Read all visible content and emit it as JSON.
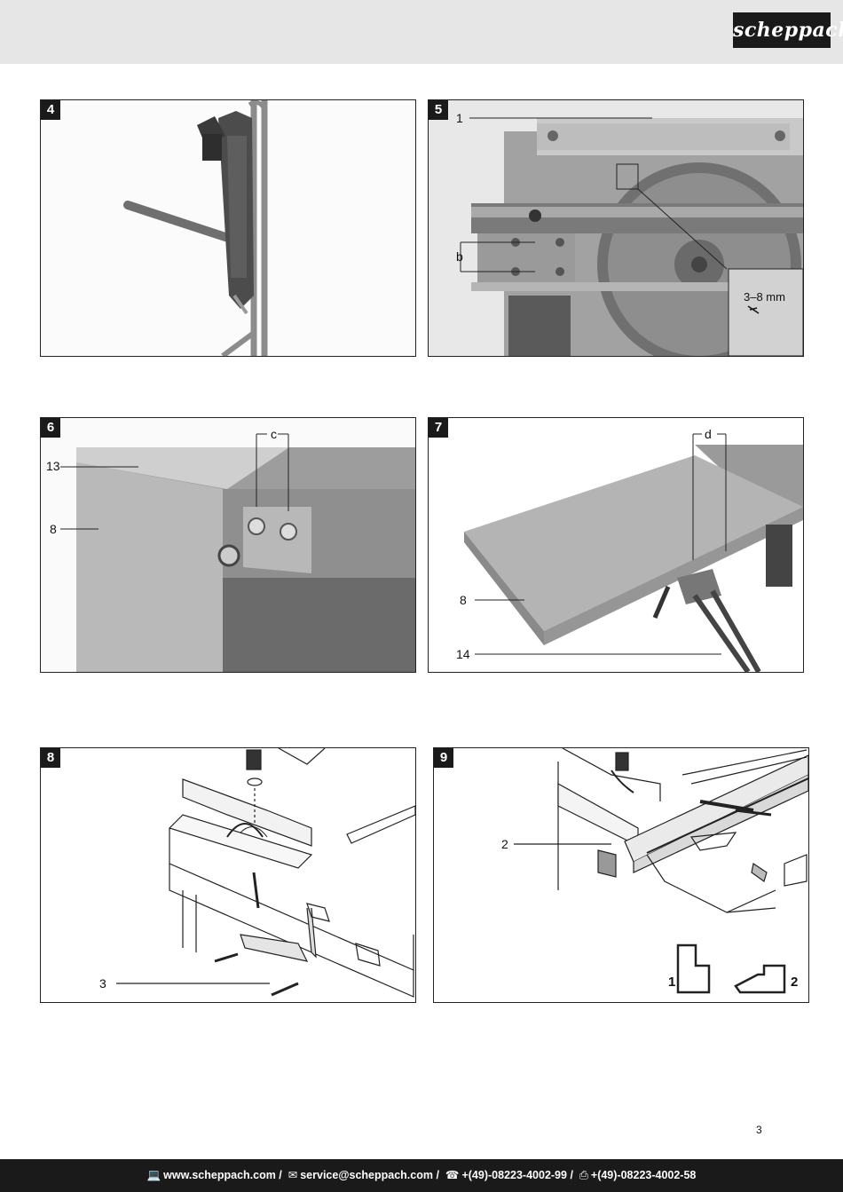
{
  "header": {
    "logo_text": "scheppach"
  },
  "figures": [
    {
      "number": "4",
      "labels": []
    },
    {
      "number": "5",
      "labels": [
        "1",
        "b",
        "3–8 mm"
      ]
    },
    {
      "number": "6",
      "labels": [
        "c",
        "13",
        "8"
      ]
    },
    {
      "number": "7",
      "labels": [
        "d",
        "8",
        "14"
      ]
    },
    {
      "number": "8",
      "labels": [
        "3"
      ]
    },
    {
      "number": "9",
      "labels": [
        "2",
        "1",
        "2"
      ]
    }
  ],
  "page_number": "3",
  "footer": {
    "website": "www.scheppach.com",
    "email": "service@scheppach.com",
    "phone": "+(49)-08223-4002-99",
    "fax": "+(49)-08223-4002-58",
    "separator": " / ",
    "icons": [
      "computer-icon",
      "mail-icon",
      "phone-icon",
      "fax-icon"
    ]
  }
}
